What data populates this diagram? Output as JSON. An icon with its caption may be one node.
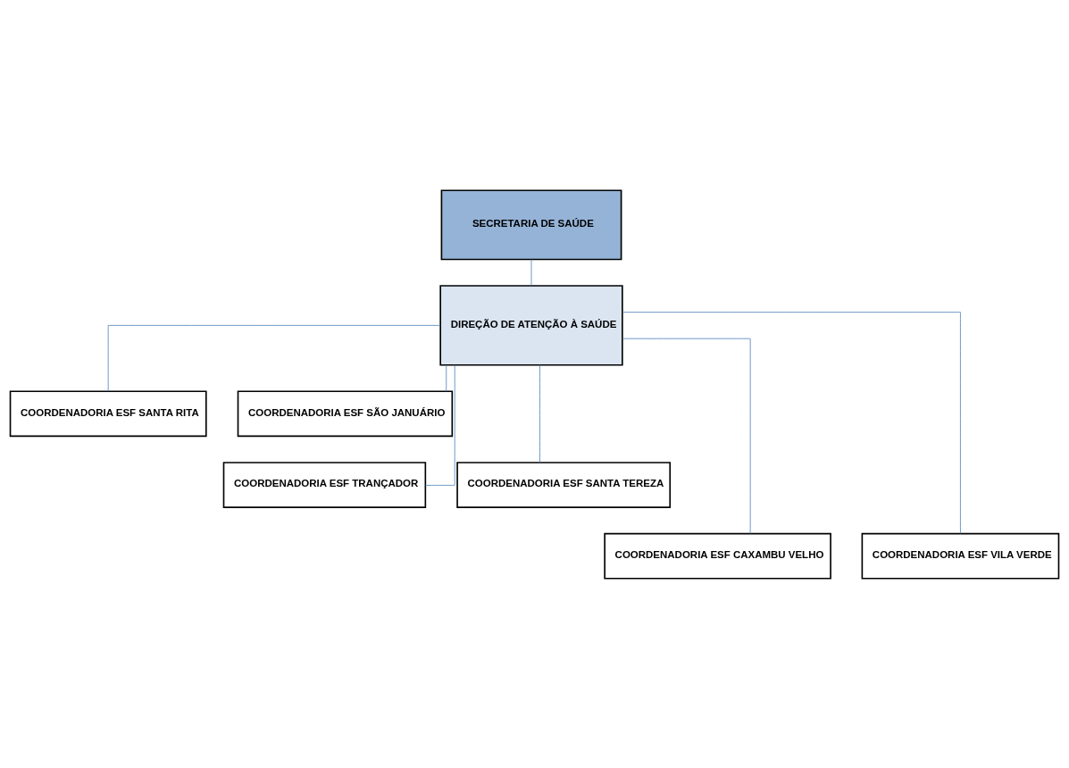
{
  "diagram": {
    "nodes": [
      {
        "text": [
          "SECRETARIA DE SAÚDE"
        ]
      },
      {
        "text": [
          "DIREÇÃO DE ATENÇÃO À SAÚDE"
        ]
      },
      {
        "text": [
          "COORDENADORIA ESF SANTA RITA"
        ]
      },
      {
        "text": [
          "COORDENADORIA ESF SÃO JANUÁRIO"
        ]
      },
      {
        "text": [
          "COORDENADORIA ESF TRANÇADOR"
        ]
      },
      {
        "text": [
          "COORDENADORIA ESF SANTA TEREZA"
        ]
      },
      {
        "text": [
          "COORDENADORIA ESF CAXAMBU VELHO"
        ]
      },
      {
        "text": [
          "COORDENADORIA ESF VILA VERDE"
        ]
      }
    ],
    "edges": [
      {
        "from": 0,
        "to": 1,
        "arrow": "none"
      },
      {
        "from": 1,
        "to": 2,
        "arrow": "none"
      },
      {
        "from": 1,
        "to": 3,
        "arrow": "none"
      },
      {
        "from": 1,
        "to": 4,
        "arrow": "none"
      },
      {
        "from": 1,
        "to": 5,
        "arrow": "none"
      },
      {
        "from": 1,
        "to": 6,
        "arrow": "none"
      },
      {
        "from": 1,
        "to": 7,
        "arrow": "none"
      }
    ]
  }
}
